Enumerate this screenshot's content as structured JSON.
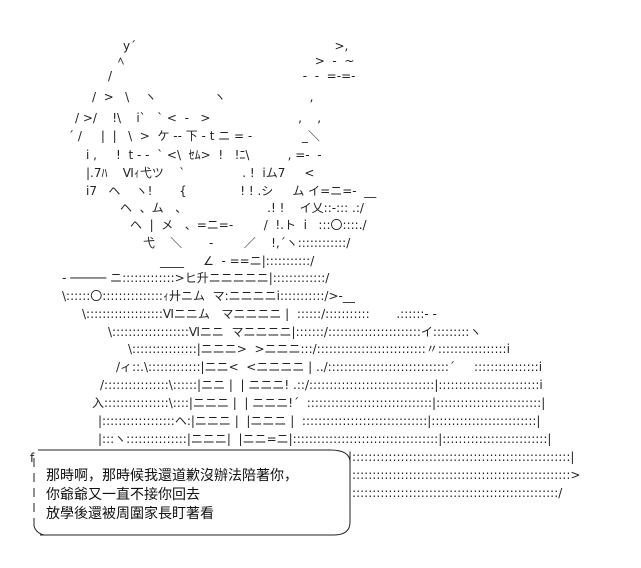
{
  "art": {
    "lines": [
      "y´                                                    >,",
      "ﾍ                                                  >  -  ~",
      "/                                                  -  -  =-=-",
      "/  >   \\    ヽ               ヽ                      ,",
      "/ >/    !\\    i`   ` <  -   >                       ,    ,",
      "´ /     |  |   \\  >  ケ ‐‐ 下 ‐ t ニ = -             _＼",
      "i ,     !  t ‐ -  ` <\\  ｾﾑ>  !   !ﾆ\\          , =-  -",
      "|.7ﾊ    Ⅵｨ弋ツ    `               . !  iム7     <",
      "i7   ヘ    ヽ!       {              ! ! .シ     ム イ=ニ=-  __",
      "ヘ  、ム   、                     .! !    イ乂::-::: .:/",
      "ヘ  |  メ   、=ニ=-        /  !.ト  i   :::〇::::./",
      "弋    ＼       -        ／    !,´ヽ::::::::::::/",
      "____     ∠  - ==ニ|:::::::::::/",
      "- ───── ニ:::::::::::::>ヒ升ニニニニニ|:::::::::::::/",
      "\\::::::〇:::::::::::::::ｨ廾ニム  マ:ニニニニi:::::::::::/>-__",
      "\\:::::::::::::::::::Ⅵニニム   マニニニニ |  ::::::/:::::::::::       .::::::- -",
      "\\:::::::::::::::::::Ⅵニニ  マニニニニ|:::::::/:::::::::::::::::::::::イ:::::::::ヽ",
      "\\::::::::::::::::|ニニニ>  >ニニニ:::/:::::::::::::::::::::::::::〃:::::::::::::::::i",
      "/ィ::.\\:::::::::::::|ニニ<  <ニニニニ | ../::::::::::::::::::::::::::::::´     ::::::::::::::::i",
      "/::::::::::::::::\\::::::|ニニ |  | ニニニ! .::/:::::::::::::::::::::::::::::::|:::::::::::::::::::::::::i",
      "入::::::::::::::::\\::::|ニニニ |  | ニニニ!´  :::::::::::::::::::::::::::::::|::::::::::::::::::::::::::|",
      "|::::::::::::::::::ヘ:|ニニニ |  |ニニニ |  :::::::::::::::::::::::::::::::|::::::::::::::::::::::::::|",
      "|:::ヽ:::::::::::::::|ニニニ|  |ニニ=ニ|::::::::::::::::::::::::::::::::::::|::::::::::::::::::::::::::|",
      "|::::::::::::::::::::::::::::::::::::::::::::::::::::::|",
      "|::::::::::::::::::::::::::::::::::::::::::::::::::::::>",
      "|:::::::::::::::::::::::::::::::::::::::::::::::::::/"
    ]
  },
  "caption": {
    "corner_glyph": "f",
    "lines": [
      "那時啊，那時候我還道歉沒辦法陪著你，",
      "你爺爺又一直不接你回去",
      "放學後還被周圍家長盯著看"
    ]
  }
}
